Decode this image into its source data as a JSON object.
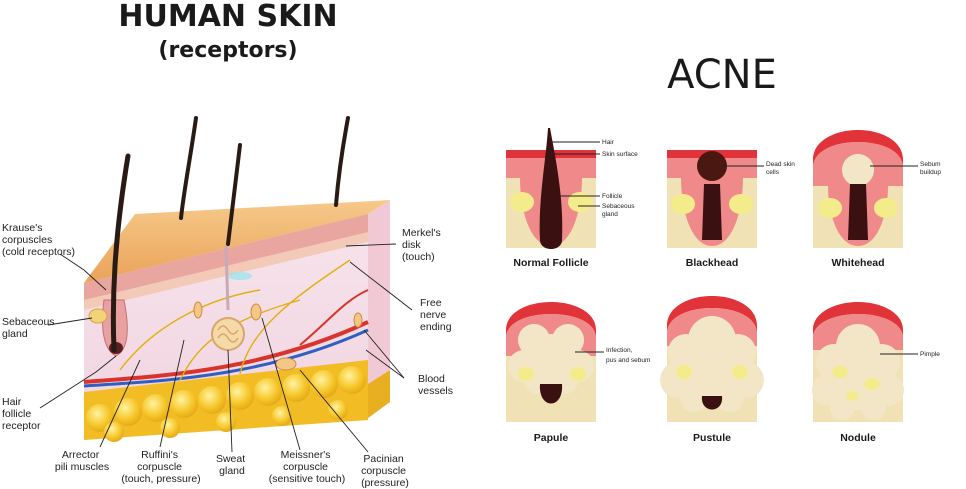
{
  "skin": {
    "title": "HUMAN SKIN",
    "subtitle": "(receptors)",
    "labels": {
      "krause": [
        "Krause's",
        "corpuscles",
        "(cold receptors)"
      ],
      "sebaceous": [
        "Sebaceous",
        "gland"
      ],
      "follicle_receptor": [
        "Hair",
        "follicle",
        "receptor"
      ],
      "arrector": [
        "Arrector",
        "pili muscles"
      ],
      "ruffini": [
        "Ruffini's",
        "corpuscle",
        "(touch, pressure)"
      ],
      "sweat": [
        "Sweat",
        "gland"
      ],
      "meissner": [
        "Meissner's",
        "corpuscle",
        "(sensitive touch)"
      ],
      "pacinian": [
        "Pacinian",
        "corpuscle",
        "(pressure)"
      ],
      "merkel": [
        "Merkel's",
        "disk",
        "(touch)"
      ],
      "free_nerve": [
        "Free",
        "nerve",
        "ending"
      ],
      "blood": [
        "Blood",
        "vessels"
      ]
    }
  },
  "acne": {
    "title": "ACNE",
    "panels": [
      {
        "key": "normal",
        "caption": "Normal Follicle",
        "annotations": [
          [
            "Hair"
          ],
          [
            "Skin surface"
          ],
          [
            "Follicle"
          ],
          [
            "Sebaceous",
            "gland"
          ]
        ]
      },
      {
        "key": "blackhead",
        "caption": "Blackhead",
        "annotations": [
          [
            "Dead skin",
            "cells"
          ]
        ]
      },
      {
        "key": "whitehead",
        "caption": "Whitehead",
        "annotations": [
          [
            "Sebum",
            "buildup"
          ]
        ]
      },
      {
        "key": "papule",
        "caption": "Papule",
        "annotations": [
          [
            "Infection,",
            "pus and sebum"
          ]
        ]
      },
      {
        "key": "pustule",
        "caption": "Pustule",
        "annotations": []
      },
      {
        "key": "nodule",
        "caption": "Nodule",
        "annotations": [
          [
            "Pimple"
          ]
        ]
      }
    ]
  },
  "colors": {
    "skin_top": "#f0b46a",
    "epidermis": "#e9a6a0",
    "dermis": "#f4dde6",
    "fat": "#f6c72a",
    "follicle_dark": "#3a1010",
    "acne_red": "#e0333a",
    "acne_pink": "#f08a8a",
    "acne_tan": "#f1e2b6",
    "acne_yellow": "#f4ec8a",
    "sebum": "#f3e6c6"
  }
}
